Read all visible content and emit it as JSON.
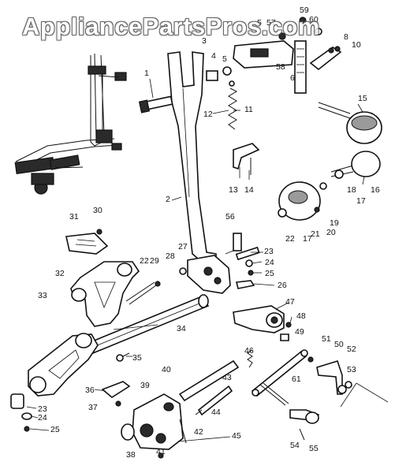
{
  "watermark": "AppliancePartsPros.com",
  "callouts": {
    "c1": "1",
    "c2": "2",
    "c3": "3",
    "c4": "4",
    "c5": "5",
    "c5b": "5",
    "c6": "6",
    "c8": "8",
    "c10": "10",
    "c11": "11",
    "c12": "12",
    "c13": "13",
    "c14": "14",
    "c15": "15",
    "c16": "16",
    "c17": "17",
    "c17b": "17",
    "c18": "18",
    "c19": "19",
    "c20": "20",
    "c21": "21",
    "c22": "22",
    "c22b": "22",
    "c23": "23",
    "c23b": "23",
    "c24": "24",
    "c24b": "24",
    "c25": "25",
    "c25b": "25",
    "c26": "26",
    "c27": "27",
    "c28": "28",
    "c29": "29",
    "c30": "30",
    "c31": "31",
    "c32": "32",
    "c33": "33",
    "c34": "34",
    "c35": "35",
    "c36": "36",
    "c37": "37",
    "c38": "38",
    "c39": "39",
    "c40": "40",
    "c41": "41",
    "c42": "42",
    "c43": "43",
    "c44": "44",
    "c45": "45",
    "c46": "46",
    "c47": "47",
    "c48": "48",
    "c49": "49",
    "c50": "50",
    "c51": "51",
    "c52": "52",
    "c53": "53",
    "c54": "54",
    "c55": "55",
    "c56": "56",
    "c57": "57",
    "c58": "58",
    "c59": "59",
    "c60": "60",
    "c61": "61"
  }
}
